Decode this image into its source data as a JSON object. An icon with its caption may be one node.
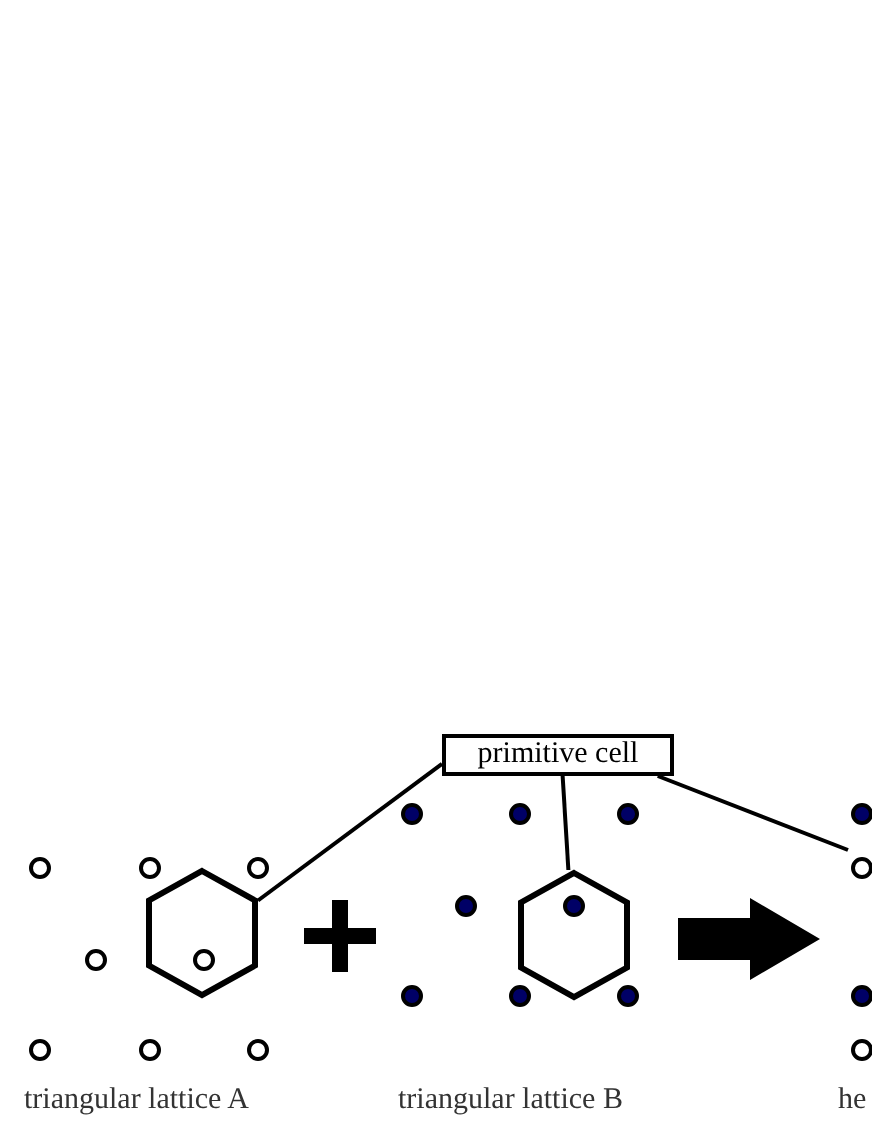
{
  "diagram": {
    "nodes": [
      {
        "text": [
          "primitive cell"
        ]
      },
      {
        "text": [],
        "shape": "hexagon"
      },
      {
        "text": [],
        "shape": "hexagon"
      }
    ],
    "edges": [
      {
        "from": 0,
        "to": 1,
        "arrow": "none"
      },
      {
        "from": 0,
        "to": 2,
        "arrow": "none"
      },
      {
        "from": 0,
        "to": null,
        "arrow": "none"
      }
    ],
    "labels": [
      "triangular lattice A",
      "triangular lattice B",
      "he"
    ]
  }
}
